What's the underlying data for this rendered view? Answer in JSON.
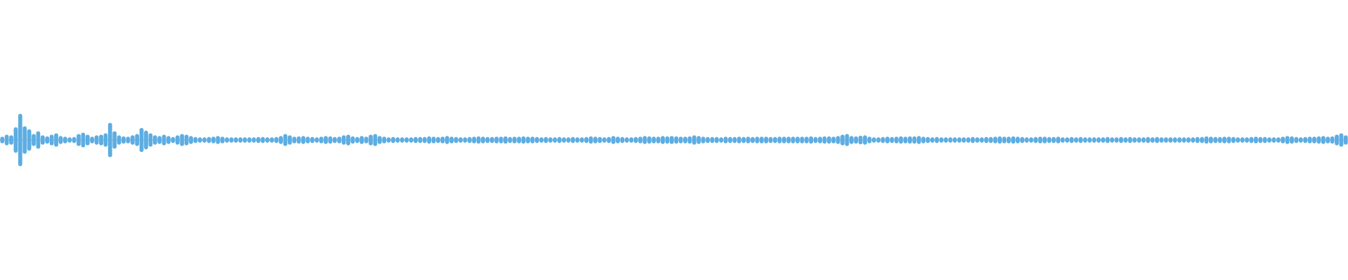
{
  "waveform": {
    "color": "#5dade2",
    "amplitudes": [
      0.04,
      0.1,
      0.08,
      0.32,
      0.72,
      0.35,
      0.26,
      0.12,
      0.2,
      0.08,
      0.05,
      0.1,
      0.14,
      0.06,
      0.04,
      0.02,
      0.03,
      0.12,
      0.16,
      0.1,
      0.04,
      0.08,
      0.1,
      0.14,
      0.45,
      0.2,
      0.08,
      0.05,
      0.04,
      0.08,
      0.12,
      0.3,
      0.22,
      0.14,
      0.08,
      0.06,
      0.1,
      0.06,
      0.03,
      0.08,
      0.12,
      0.1,
      0.06,
      0.03,
      0.02,
      0.02,
      0.03,
      0.04,
      0.06,
      0.04,
      0.02,
      0.02,
      0.02,
      0.02,
      0.02,
      0.02,
      0.02,
      0.03,
      0.03,
      0.02,
      0.02,
      0.03,
      0.06,
      0.12,
      0.08,
      0.04,
      0.05,
      0.06,
      0.04,
      0.03,
      0.02,
      0.04,
      0.06,
      0.05,
      0.03,
      0.04,
      0.08,
      0.1,
      0.05,
      0.03,
      0.06,
      0.04,
      0.1,
      0.12,
      0.06,
      0.04,
      0.02,
      0.03,
      0.02,
      0.02,
      0.02,
      0.02,
      0.03,
      0.03,
      0.03,
      0.05,
      0.04,
      0.03,
      0.04,
      0.06,
      0.04,
      0.03,
      0.02,
      0.02,
      0.03,
      0.04,
      0.05,
      0.04,
      0.03,
      0.03,
      0.04,
      0.04,
      0.05,
      0.03,
      0.04,
      0.04,
      0.05,
      0.04,
      0.04,
      0.03,
      0.02,
      0.03,
      0.02,
      0.02,
      0.03,
      0.02,
      0.02,
      0.03,
      0.02,
      0.02,
      0.03,
      0.05,
      0.04,
      0.03,
      0.02,
      0.03,
      0.06,
      0.04,
      0.03,
      0.02,
      0.02,
      0.03,
      0.04,
      0.06,
      0.05,
      0.04,
      0.04,
      0.06,
      0.05,
      0.06,
      0.05,
      0.04,
      0.04,
      0.05,
      0.08,
      0.06,
      0.04,
      0.03,
      0.03,
      0.03,
      0.02,
      0.04,
      0.03,
      0.03,
      0.04,
      0.03,
      0.04,
      0.03,
      0.04,
      0.04,
      0.04,
      0.03,
      0.03,
      0.04,
      0.04,
      0.04,
      0.04,
      0.04,
      0.04,
      0.04,
      0.05,
      0.03,
      0.04,
      0.05,
      0.05,
      0.04,
      0.06,
      0.1,
      0.12,
      0.06,
      0.05,
      0.07,
      0.08,
      0.04,
      0.02,
      0.02,
      0.03,
      0.04,
      0.03,
      0.04,
      0.05,
      0.04,
      0.05,
      0.05,
      0.06,
      0.04,
      0.03,
      0.02,
      0.03,
      0.02,
      0.02,
      0.02,
      0.02,
      0.02,
      0.02,
      0.02,
      0.03,
      0.02,
      0.02,
      0.03,
      0.03,
      0.04,
      0.05,
      0.04,
      0.04,
      0.05,
      0.04,
      0.03,
      0.02,
      0.02,
      0.03,
      0.04,
      0.04,
      0.03,
      0.03,
      0.04,
      0.02,
      0.02,
      0.03,
      0.02,
      0.03,
      0.02,
      0.02,
      0.02,
      0.02,
      0.02,
      0.03,
      0.02,
      0.02,
      0.03,
      0.02,
      0.03,
      0.02,
      0.02,
      0.02,
      0.03,
      0.02,
      0.03,
      0.02,
      0.02,
      0.02,
      0.02,
      0.02,
      0.02,
      0.02,
      0.02,
      0.03,
      0.03,
      0.05,
      0.04,
      0.03,
      0.03,
      0.04,
      0.04,
      0.03,
      0.02,
      0.02,
      0.02,
      0.03,
      0.04,
      0.03,
      0.03,
      0.02,
      0.02,
      0.02,
      0.04,
      0.06,
      0.05,
      0.03,
      0.02,
      0.03,
      0.04,
      0.04,
      0.05,
      0.06,
      0.04,
      0.05,
      0.1,
      0.14,
      0.08
    ]
  }
}
